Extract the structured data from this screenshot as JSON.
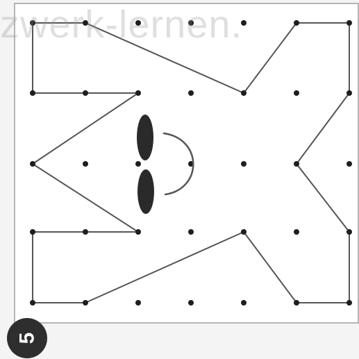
{
  "watermark_text": "zwerk-lernen.",
  "exercise_number": "5",
  "grid": {
    "columns": 7,
    "rows": 5
  },
  "figure_paths": [
    [
      [
        0,
        0
      ],
      [
        1,
        0
      ],
      [
        4,
        1
      ],
      [
        5,
        0
      ],
      [
        6,
        0
      ]
    ],
    [
      [
        0,
        0
      ],
      [
        0,
        1
      ],
      [
        2,
        1
      ],
      [
        0,
        2
      ],
      [
        2,
        3
      ],
      [
        0,
        3
      ],
      [
        0,
        4
      ],
      [
        1,
        4
      ],
      [
        4,
        3
      ],
      [
        5,
        4
      ],
      [
        6,
        4
      ]
    ],
    [
      [
        6,
        0
      ],
      [
        6,
        1
      ],
      [
        5,
        2
      ],
      [
        6,
        3
      ],
      [
        6,
        4
      ]
    ]
  ],
  "face": {
    "eye_color": "#2a2a2a",
    "line_color": "#555555"
  },
  "colors": {
    "dot": "#1e1e1e",
    "line": "#555555",
    "badge": "#2e2e2e"
  }
}
